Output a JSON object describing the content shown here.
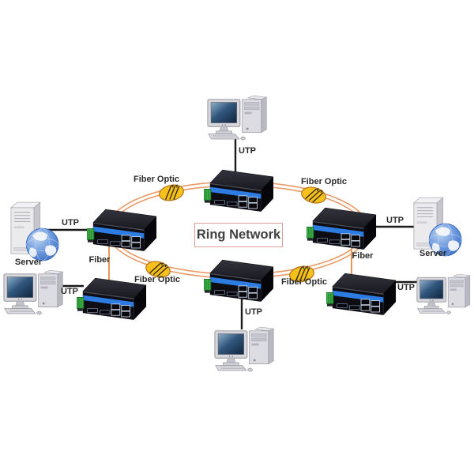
{
  "title": {
    "text": "Ring Network"
  },
  "labels": {
    "utp_top": "UTP",
    "utp_left": "UTP",
    "utp_right": "UTP",
    "utp_bottom_left": "UTP",
    "utp_bottom_mid": "UTP",
    "utp_bottom_right": "UTP",
    "fiber_left": "Fiber",
    "fiber_right": "Fiber",
    "fiber_optic_top_left": "Fiber Optic",
    "fiber_optic_top_right": "Fiber Optic",
    "fiber_optic_bottom_left": "Fiber Optic",
    "fiber_optic_bottom_right": "Fiber Optic",
    "server_left": "Server",
    "server_right": "Server"
  },
  "network": {
    "topology": "ring",
    "switch_count": 6,
    "computer_count": 4,
    "server_count": 2,
    "fiber_coil_count": 4,
    "connections": [
      {
        "from": "computer-top",
        "to": "switch-top",
        "medium": "UTP"
      },
      {
        "from": "server-left",
        "to": "switch-left",
        "medium": "UTP"
      },
      {
        "from": "server-right",
        "to": "switch-right",
        "medium": "UTP"
      },
      {
        "from": "computer-bottom-left",
        "to": "switch-bottom-left",
        "medium": "UTP"
      },
      {
        "from": "computer-bottom-mid",
        "to": "switch-bottom-mid",
        "medium": "UTP"
      },
      {
        "from": "computer-bottom-right",
        "to": "switch-bottom-right",
        "medium": "UTP"
      },
      {
        "from": "switch-left",
        "to": "switch-bottom-left",
        "medium": "Fiber"
      },
      {
        "from": "switch-right",
        "to": "switch-bottom-right",
        "medium": "Fiber"
      },
      {
        "from": "switch-left",
        "to": "switch-top",
        "medium": "Fiber Optic"
      },
      {
        "from": "switch-top",
        "to": "switch-right",
        "medium": "Fiber Optic"
      },
      {
        "from": "switch-left",
        "to": "switch-bottom-mid",
        "medium": "Fiber Optic"
      },
      {
        "from": "switch-bottom-mid",
        "to": "switch-right",
        "medium": "Fiber Optic"
      }
    ]
  },
  "icons": {
    "switch": "industrial-ethernet-switch-icon",
    "computer": "desktop-computer-icon",
    "server": "server-tower-globe-icon",
    "coil": "fiber-coil-icon"
  },
  "colors": {
    "ring_line": "#ea9a66",
    "fiber_line": "#e8945f",
    "utp_line": "#1a1a1a",
    "coil_fill": "#f6c11a",
    "coil_border": "#b8791f",
    "switch_stripe": "#2d7ce2",
    "switch_body": "#0d0d13",
    "terminal_green": "#3dae49",
    "title_border": "#dc9c9c",
    "label_text": "#2b2b2b",
    "screen_blue": "#0f2540",
    "globe_blue": "#4f82d6"
  }
}
